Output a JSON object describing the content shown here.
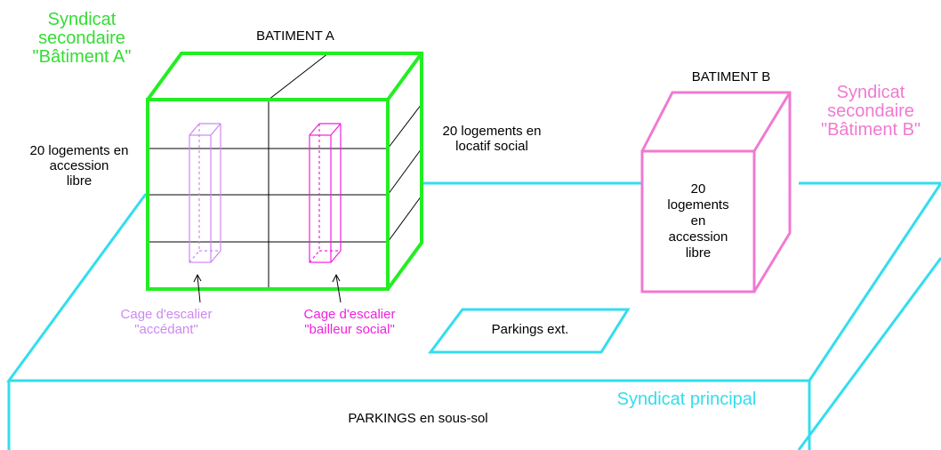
{
  "colors": {
    "building_a": "#22ee22",
    "building_b": "#f07ad0",
    "base": "#33ddee",
    "stair_accedant": "#cc88f2",
    "stair_bailleur": "#ee22dd",
    "text_green": "#33dd33",
    "text_cyan": "#33ddee"
  },
  "labels": {
    "syndicat_a": [
      "Syndicat",
      "secondaire",
      "\"Bâtiment A\""
    ],
    "batiment_a": "BATIMENT A",
    "batiment_b": "BATIMENT B",
    "syndicat_b": [
      "Syndicat",
      "secondaire",
      "\"Bâtiment B\""
    ],
    "logements_left": [
      "20 logements en",
      "accession",
      "libre"
    ],
    "logements_right": [
      "20 logements en",
      "locatif social"
    ],
    "logements_b": [
      "20",
      "logements",
      "en",
      "accession",
      "libre"
    ],
    "cage_accedant": [
      "Cage d'escalier",
      "\"accédant\""
    ],
    "cage_bailleur": [
      "Cage d'escalier",
      "\"bailleur social\""
    ],
    "parkings_ext": "Parkings ext.",
    "syndicat_principal": "Syndicat principal",
    "parkings_sous_sol": "PARKINGS en sous-sol"
  }
}
